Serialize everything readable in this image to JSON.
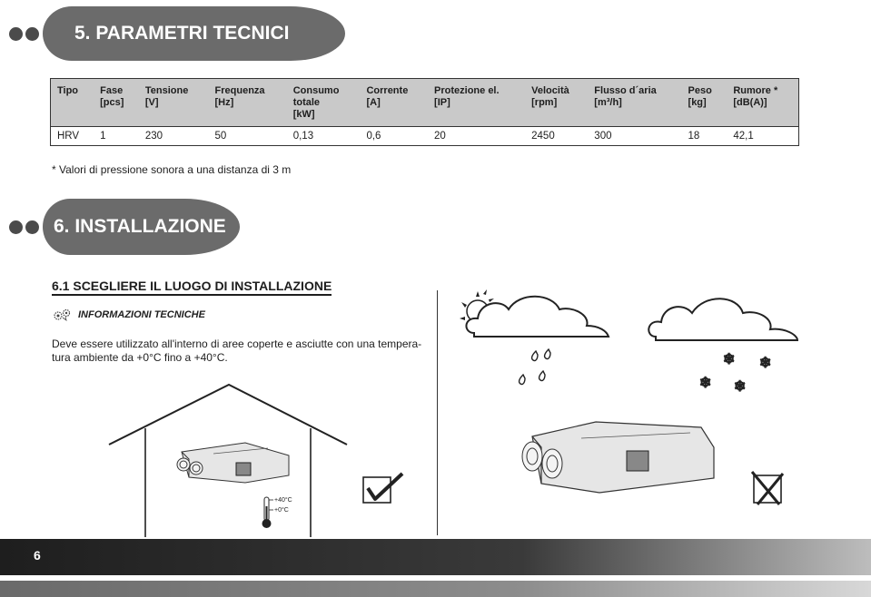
{
  "section5": {
    "title": "5. PARAMETRI TECNICI"
  },
  "spec_table": {
    "headers": [
      [
        "Tipo"
      ],
      [
        "Fase",
        "[pcs]"
      ],
      [
        "Tensione",
        "[V]"
      ],
      [
        "Frequenza",
        "[Hz]"
      ],
      [
        "Consumo",
        "totale",
        "[kW]"
      ],
      [
        "Corrente",
        "[A]"
      ],
      [
        "Protezione el.",
        "[IP]"
      ],
      [
        "Velocità",
        "[rpm]"
      ],
      [
        "Flusso d´aria",
        "[m³/h]"
      ],
      [
        "Peso",
        "[kg]"
      ],
      [
        "Rumore *",
        "[dB(A)]"
      ]
    ],
    "rows": [
      [
        "HRV",
        "1",
        "230",
        "50",
        "0,13",
        "0,6",
        "20",
        "2450",
        "300",
        "18",
        "42,1"
      ]
    ]
  },
  "footnote": "* Valori di pressione sonora a una distanza di 3 m",
  "section6": {
    "title": "6. INSTALLAZIONE"
  },
  "subsection": {
    "title": "6.1 SCEGLIERE IL LUOGO DI INSTALLAZIONE",
    "info_label": "INFORMAZIONI TECNICHE",
    "body": "Deve essere utilizzato all'interno di aree coperte e asciutte con una tempera-tura ambiente da +0°C fino a +40°C."
  },
  "thermometer": {
    "max_label": "+40°C",
    "min_label": "+0°C"
  },
  "icons": [
    "info-gears-icon",
    "sun-icon",
    "cloud-icon",
    "rain-drops-icon",
    "snowflake-icon",
    "checkmark-icon",
    "cross-icon",
    "thermometer-icon"
  ],
  "page": {
    "number": "6"
  },
  "colors": {
    "header_pill": "#6b6b6b",
    "table_header": "#c9c9c9",
    "dots": "#4b4b4b"
  }
}
